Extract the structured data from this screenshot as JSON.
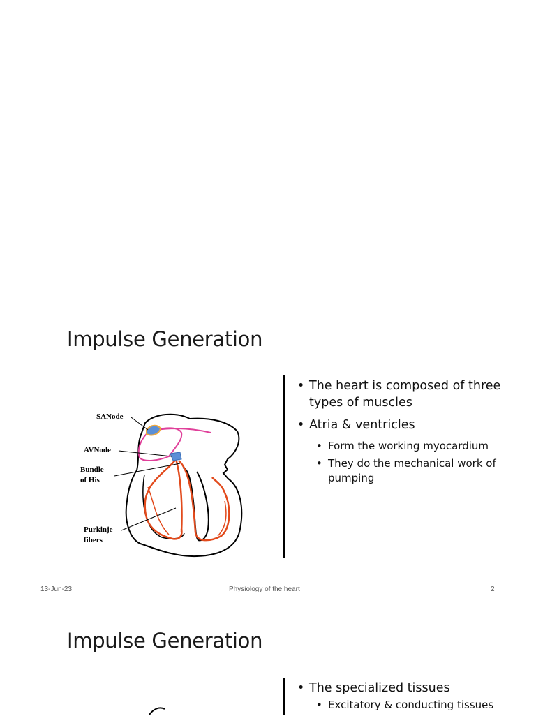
{
  "slide1": {
    "title": "Impulse Generation",
    "bullets": [
      "The heart is composed of three types of muscles",
      "Atria & ventricles"
    ],
    "sub_bullets": [
      "Form the working myocardium",
      "They do the mechanical work of pumping"
    ],
    "diagram_labels": {
      "sa_node": "SANode",
      "av_node": "AVNode",
      "bundle_line1": "Bundle",
      "bundle_line2": "of His",
      "purkinje_line1": "Purkinje",
      "purkinje_line2": "fibers"
    },
    "footer": {
      "date": "13-Jun-23",
      "center": "Physiology of the heart",
      "page": "2"
    },
    "colors": {
      "conduction_path": "#e0409a",
      "purkinje": "#e24a1c",
      "node_fill": "#5b8fd6",
      "node_outline": "#f0a83c"
    }
  },
  "slide2": {
    "title": "Impulse Generation",
    "bullets": [
      "The specialized tissues"
    ],
    "sub_bullets": [
      "Excitatory & conducting tissues"
    ]
  }
}
